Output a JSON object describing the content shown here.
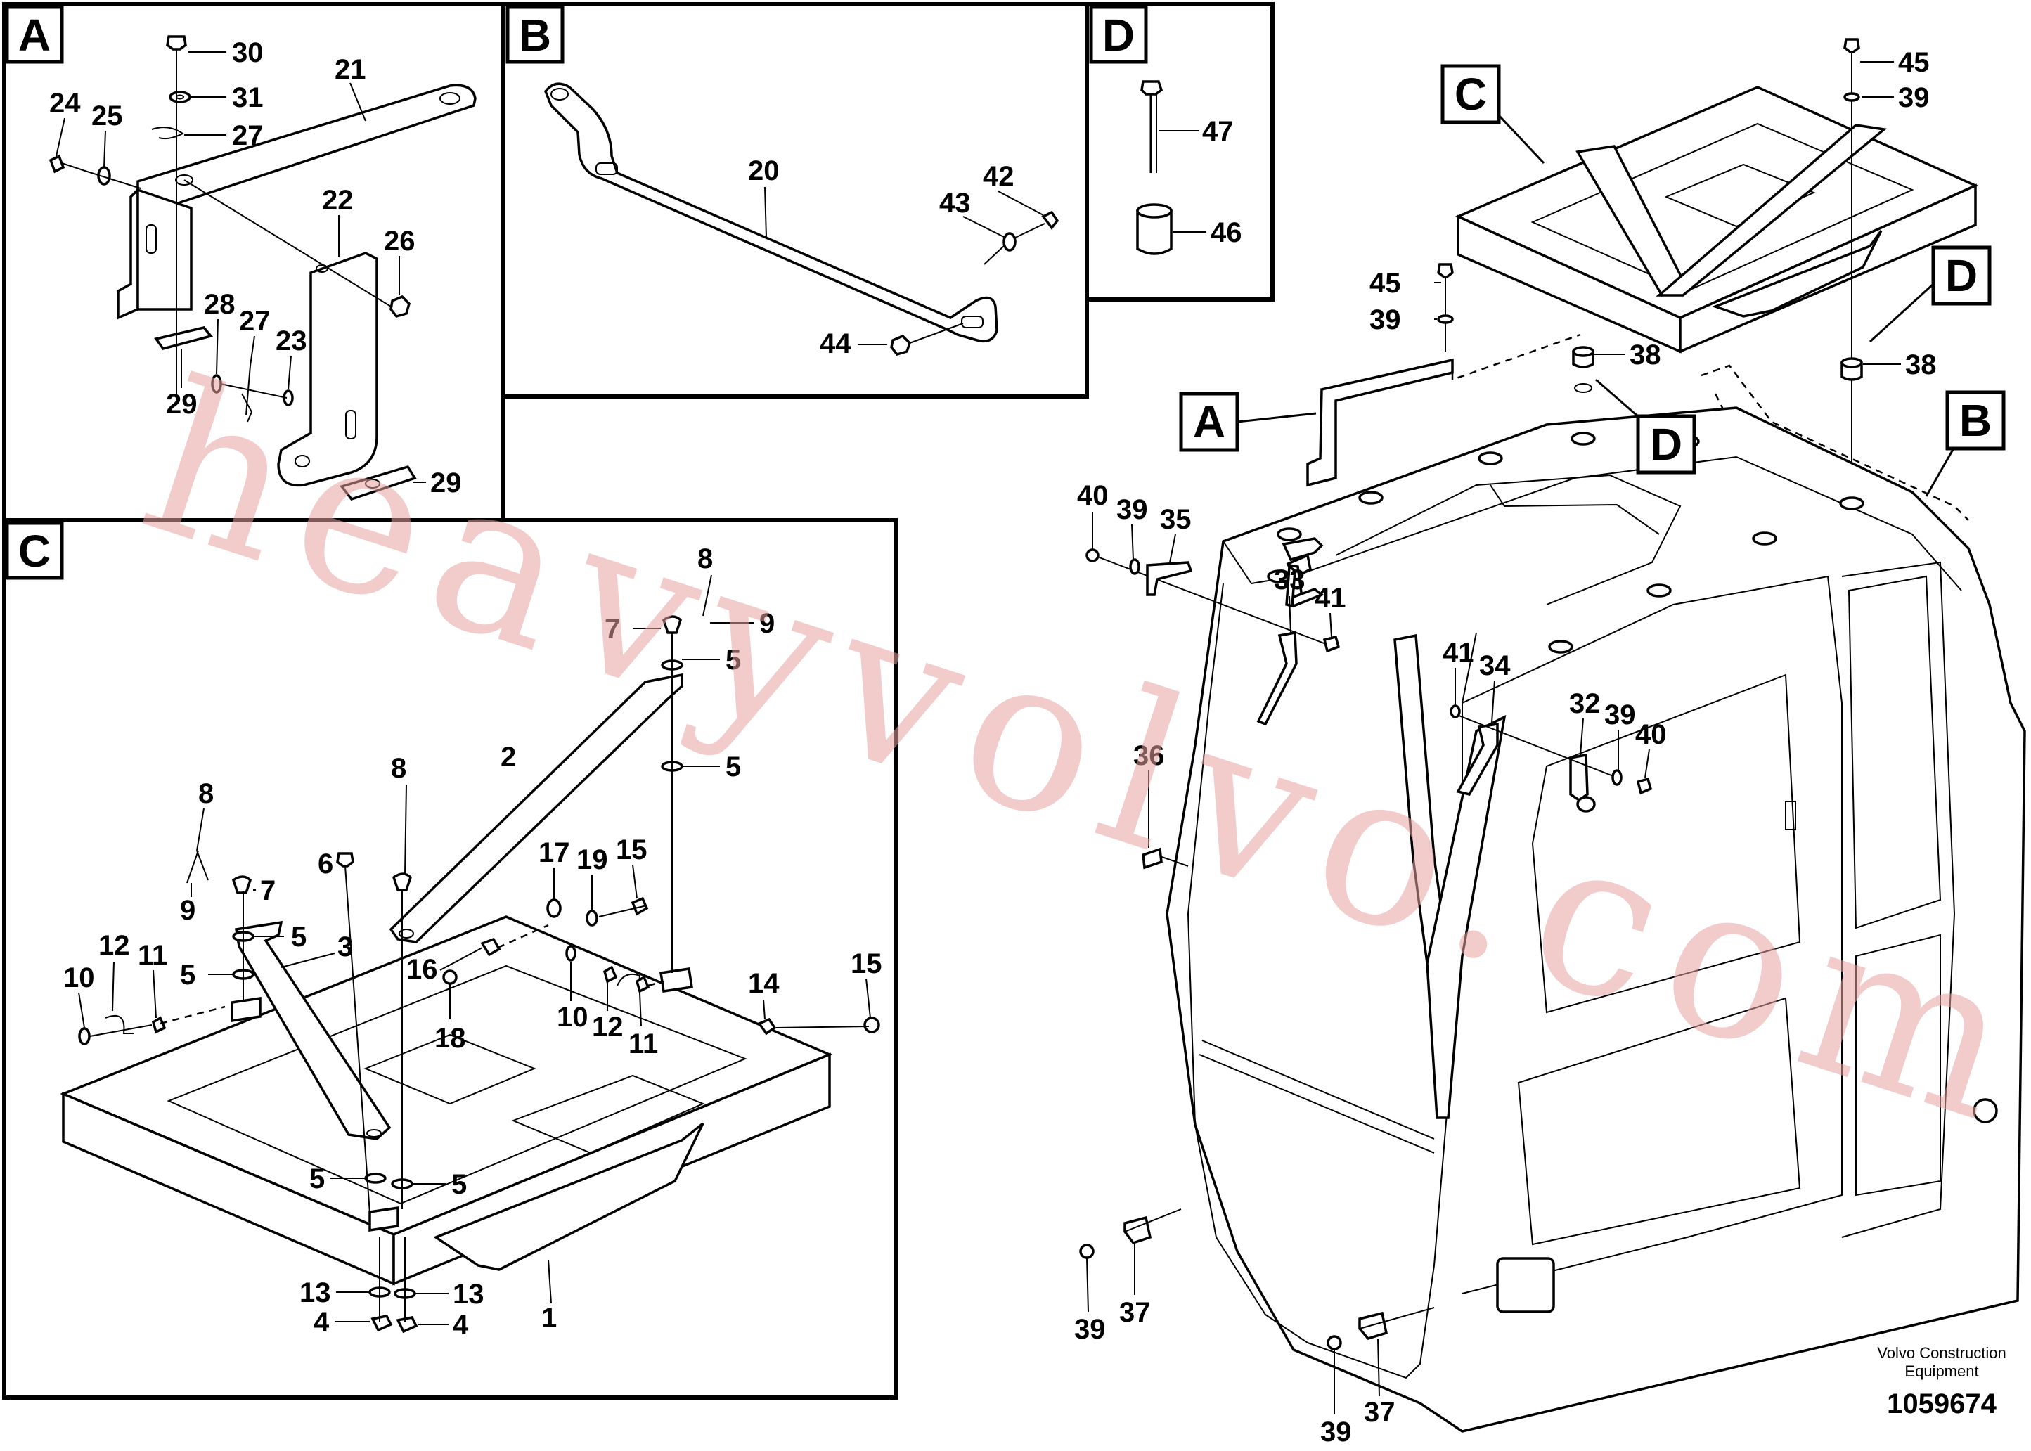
{
  "sections": {
    "A": "A",
    "B": "B",
    "C": "C",
    "D": "D"
  },
  "main_labels": {
    "C": "C",
    "D_top": "D",
    "A": "A",
    "D_mid": "D",
    "B": "B"
  },
  "callouts": {
    "a_30": "30",
    "a_31": "31",
    "a_27a": "27",
    "a_21": "21",
    "a_24": "24",
    "a_25": "25",
    "a_22": "22",
    "a_26": "26",
    "a_28": "28",
    "a_27b": "27",
    "a_23": "23",
    "a_29a": "29",
    "a_29b": "29",
    "b_20": "20",
    "b_42": "42",
    "b_43": "43",
    "b_44": "44",
    "d_47": "47",
    "d_46": "46",
    "c_8a": "8",
    "c_7a": "7",
    "c_9a": "9",
    "c_5a": "5",
    "c_5b": "5",
    "c_2": "2",
    "c_8b": "8",
    "c_6": "6",
    "c_8c": "8",
    "c_7b": "7",
    "c_5c": "5",
    "c_9b": "9",
    "c_17": "17",
    "c_19": "19",
    "c_15a": "15",
    "c_3": "3",
    "c_16": "16",
    "c_12a": "12",
    "c_11a": "11",
    "c_10a": "10",
    "c_5d": "5",
    "c_18": "18",
    "c_10b": "10",
    "c_12b": "12",
    "c_11b": "11",
    "c_14": "14",
    "c_15b": "15",
    "c_5e": "5",
    "c_5f": "5",
    "c_1": "1",
    "c_13a": "13",
    "c_13b": "13",
    "c_4a": "4",
    "c_4b": "4",
    "m_45a": "45",
    "m_39a": "39",
    "m_45b": "45",
    "m_39b": "39",
    "m_38a": "38",
    "m_38b": "38",
    "m_40a": "40",
    "m_39c": "39",
    "m_35": "35",
    "m_33": "33",
    "m_41a": "41",
    "m_41b": "41",
    "m_34": "34",
    "m_32": "32",
    "m_39d": "39",
    "m_40b": "40",
    "m_36": "36",
    "m_39e": "39",
    "m_37a": "37",
    "m_39f": "39",
    "m_37b": "37"
  },
  "watermark": "heavyvolvo.com",
  "footer": {
    "line1": "Volvo Construction",
    "line2": "Equipment",
    "number": "1059674"
  }
}
